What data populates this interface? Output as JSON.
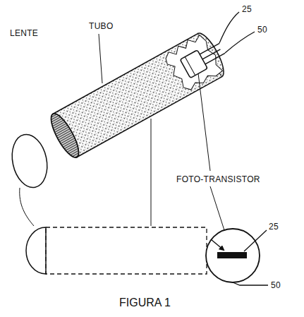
{
  "diagram": {
    "caption": "FIGURA 1",
    "labels": [
      "LENTE",
      "TUBO",
      "25",
      "50",
      "FOTO-TRANSISTOR",
      "25",
      "50"
    ]
  }
}
